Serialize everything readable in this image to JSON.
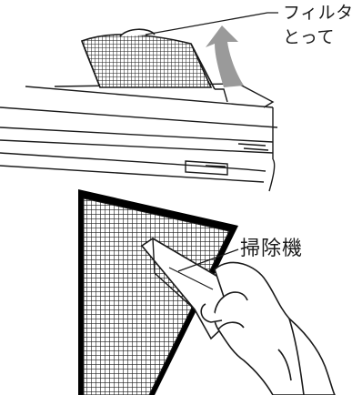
{
  "labels": {
    "filter": "フィルタ",
    "filter_tab": "とって",
    "vacuum": "掃除機"
  },
  "colors": {
    "line": "#1a1a1a",
    "arrow": "#9a9a9a",
    "frame": "#000000",
    "background": "#ffffff"
  }
}
